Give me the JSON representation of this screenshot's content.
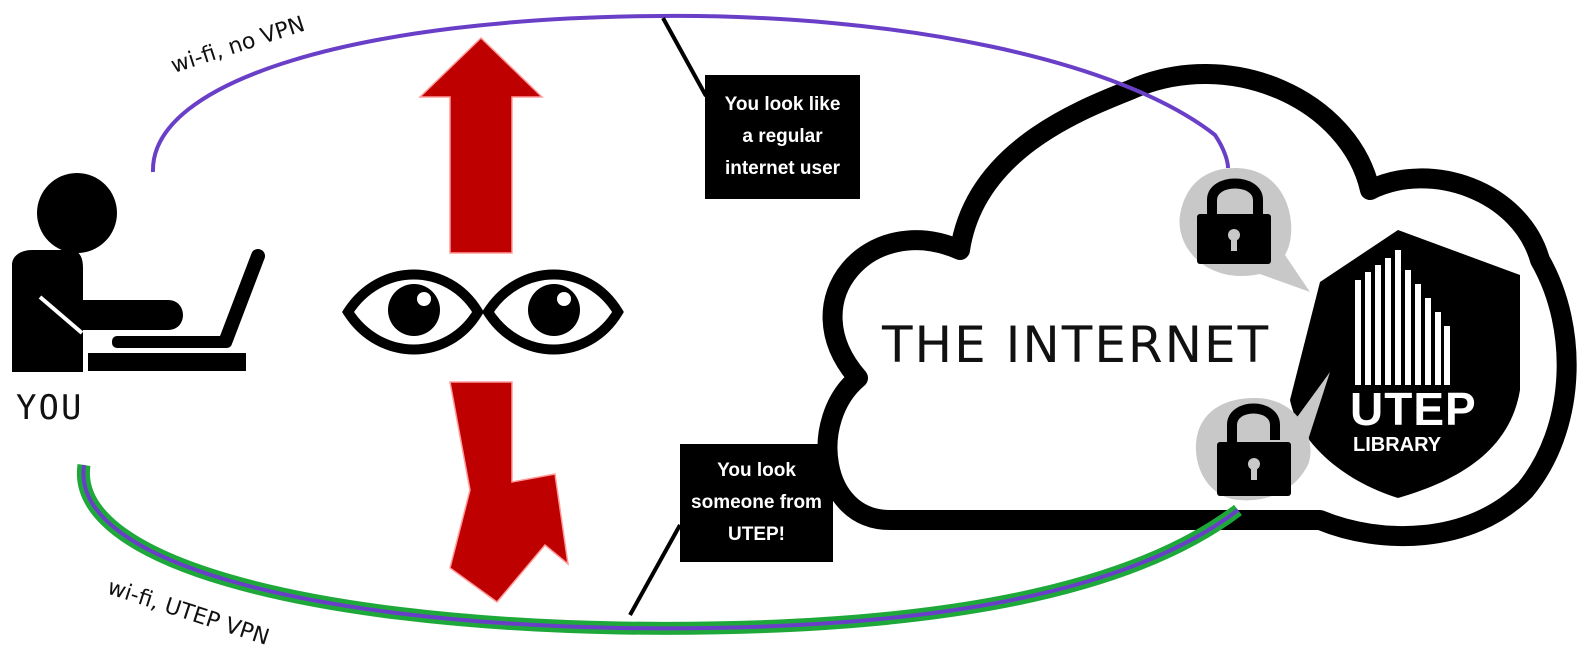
{
  "user": {
    "label": "YOU"
  },
  "connections": {
    "no_vpn": {
      "label": "wi-fi, no VPN",
      "color": "#6a3fc8"
    },
    "vpn": {
      "label": "wi-fi, UTEP VPN",
      "color": "#5b3fc8",
      "tunnel_color": "#1fa83a"
    }
  },
  "callouts": {
    "no_vpn": [
      "You look like",
      "a regular",
      "internet user"
    ],
    "vpn": [
      "You look",
      "someone from",
      "UTEP!"
    ]
  },
  "cloud": {
    "label": "THE INTERNET"
  },
  "library": {
    "logo_text": "UTEP",
    "logo_subtext": "LIBRARY"
  },
  "colors": {
    "arrow": "#bf0000",
    "lock_bubble": "#c8c8c8",
    "ink": "#000000"
  },
  "icons": [
    "person-at-laptop-icon",
    "eyes-icon",
    "up-arrow-icon",
    "deflected-arrow-icon",
    "closed-lock-icon",
    "open-lock-icon",
    "library-shield-icon"
  ]
}
